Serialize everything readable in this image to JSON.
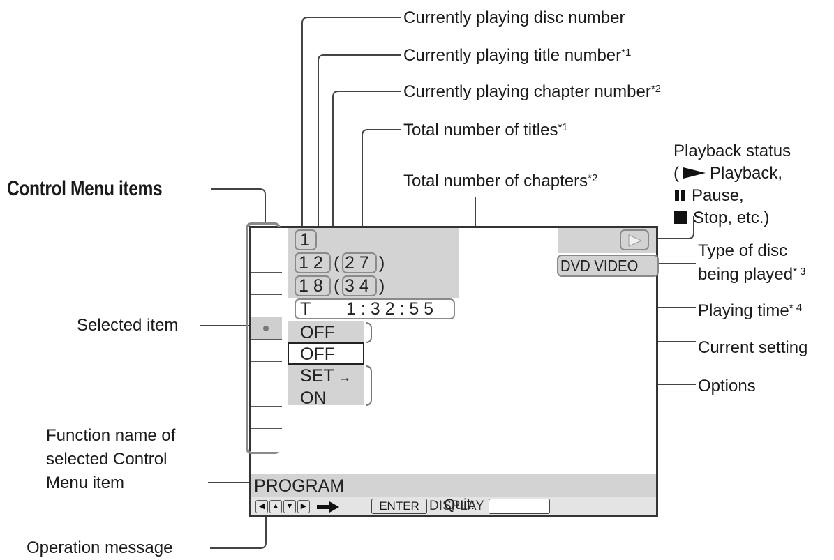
{
  "heading": "Control Menu items",
  "callouts": {
    "disc_number": "Currently playing disc number",
    "title_number": "Currently playing title number",
    "title_number_note": "*1",
    "chapter_number": "Currently playing chapter number",
    "chapter_number_note": "*2",
    "total_titles": "Total number of titles",
    "total_titles_note": "*1",
    "total_chapters": "Total number of chapters",
    "total_chapters_note": "*2",
    "selected_item": "Selected item",
    "function_name_1": "Function name of",
    "function_name_2": "selected Control",
    "function_name_3": "Menu item",
    "operation_message": "Operation message",
    "playback_status_title": "Playback status",
    "playback_status_play": "Playback,",
    "playback_status_pause": "Pause,",
    "playback_status_stop": "Stop, etc.)",
    "disc_type_1": "Type of disc",
    "disc_type_2": "being played",
    "disc_type_note": "* 3",
    "playing_time": "Playing time",
    "playing_time_note": "* 4",
    "current_setting": "Current setting",
    "options": "Options"
  },
  "screen": {
    "disc": "1",
    "title": "1 2",
    "title_total": "2 7",
    "chapter": "1 8",
    "chapter_total": "3 4",
    "time_prefix": "T",
    "time": "1 : 3 2 : 5 5",
    "disc_type": "DVD VIDEO",
    "current_setting": "OFF",
    "options": [
      "OFF",
      "SET",
      "ON"
    ],
    "set_arrow": "→",
    "function_name": "PROGRAM",
    "enter_label": "ENTER",
    "display_label": "DISPLAY",
    "quit_label": "Quit:"
  },
  "colors": {
    "osd_grey": "#d3d3d3",
    "frame": "#333333",
    "pill_border": "#8a8a8a"
  }
}
